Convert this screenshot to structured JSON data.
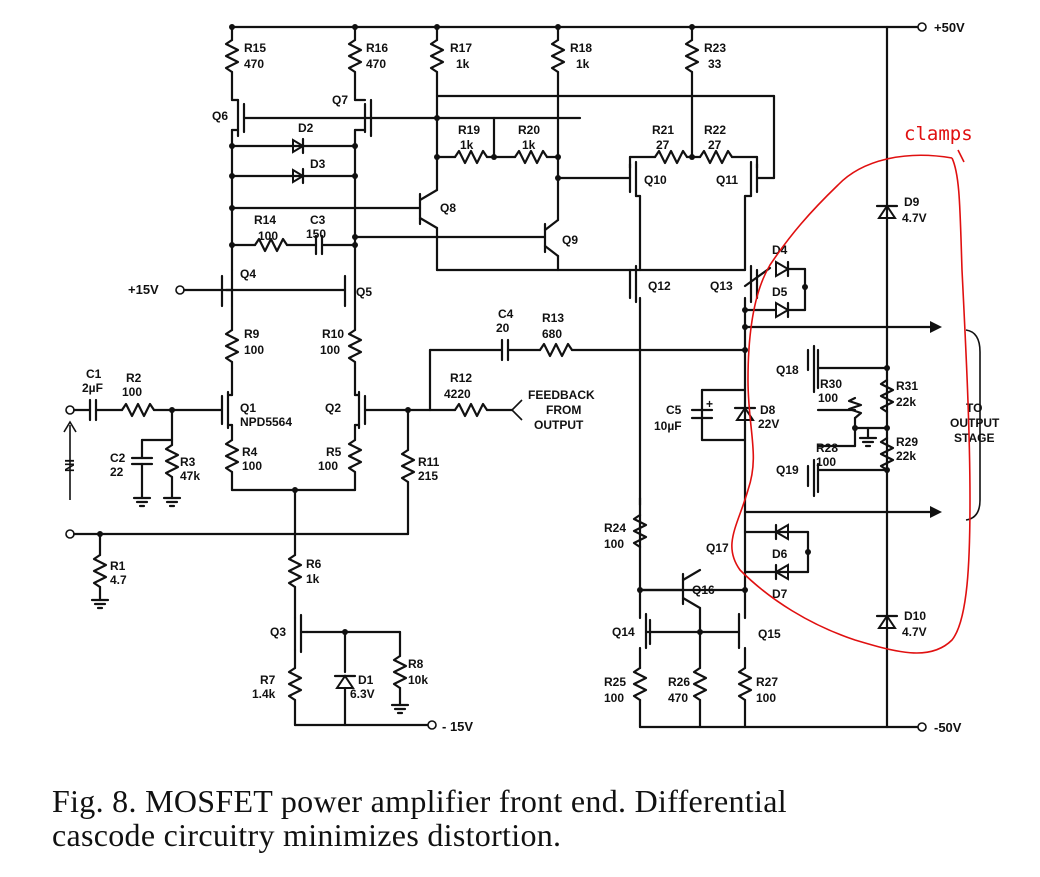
{
  "rails": {
    "pos50": "+50V",
    "neg50": "-50V",
    "pos15": "+15V",
    "neg15": "- 15V"
  },
  "input": {
    "label": "IN"
  },
  "feedback": {
    "line1": "FEEDBACK",
    "line2": "FROM",
    "line3": "OUTPUT"
  },
  "output": {
    "line1": "TO",
    "line2": "OUTPUT",
    "line3": "STAGE"
  },
  "annotation": {
    "clamps": "clamps"
  },
  "resistors": [
    {
      "ref": "R1",
      "value": "4.7"
    },
    {
      "ref": "R2",
      "value": "100"
    },
    {
      "ref": "R3",
      "value": "47k"
    },
    {
      "ref": "R4",
      "value": "100"
    },
    {
      "ref": "R5",
      "value": "100"
    },
    {
      "ref": "R6",
      "value": "1k"
    },
    {
      "ref": "R7",
      "value": "1.4k"
    },
    {
      "ref": "R8",
      "value": "10k"
    },
    {
      "ref": "R9",
      "value": "100"
    },
    {
      "ref": "R10",
      "value": "100"
    },
    {
      "ref": "R11",
      "value": "215"
    },
    {
      "ref": "R12",
      "value": "4220"
    },
    {
      "ref": "R13",
      "value": "680"
    },
    {
      "ref": "R14",
      "value": "100"
    },
    {
      "ref": "R15",
      "value": "470"
    },
    {
      "ref": "R16",
      "value": "470"
    },
    {
      "ref": "R17",
      "value": "1k"
    },
    {
      "ref": "R18",
      "value": "1k"
    },
    {
      "ref": "R19",
      "value": "1k"
    },
    {
      "ref": "R20",
      "value": "1k"
    },
    {
      "ref": "R21",
      "value": "27"
    },
    {
      "ref": "R22",
      "value": "27"
    },
    {
      "ref": "R23",
      "value": "33"
    },
    {
      "ref": "R24",
      "value": "100"
    },
    {
      "ref": "R25",
      "value": "100"
    },
    {
      "ref": "R26",
      "value": "470"
    },
    {
      "ref": "R27",
      "value": "100"
    },
    {
      "ref": "R28",
      "value": "100"
    },
    {
      "ref": "R29",
      "value": "22k"
    },
    {
      "ref": "R30",
      "value": "100"
    },
    {
      "ref": "R31",
      "value": "22k"
    }
  ],
  "capacitors": [
    {
      "ref": "C1",
      "value": "2µF"
    },
    {
      "ref": "C2",
      "value": "22"
    },
    {
      "ref": "C3",
      "value": "150"
    },
    {
      "ref": "C4",
      "value": "20"
    },
    {
      "ref": "C5",
      "value": "10µF"
    }
  ],
  "diodes": [
    {
      "ref": "D1",
      "value": "6.3V"
    },
    {
      "ref": "D2",
      "value": ""
    },
    {
      "ref": "D3",
      "value": ""
    },
    {
      "ref": "D4",
      "value": ""
    },
    {
      "ref": "D5",
      "value": ""
    },
    {
      "ref": "D6",
      "value": ""
    },
    {
      "ref": "D7",
      "value": ""
    },
    {
      "ref": "D8",
      "value": "22V"
    },
    {
      "ref": "D9",
      "value": "4.7V"
    },
    {
      "ref": "D10",
      "value": "4.7V"
    }
  ],
  "transistors": [
    "Q1",
    "Q2",
    "Q3",
    "Q4",
    "Q5",
    "Q6",
    "Q7",
    "Q8",
    "Q9",
    "Q10",
    "Q11",
    "Q12",
    "Q13",
    "Q14",
    "Q15",
    "Q16",
    "Q17",
    "Q18",
    "Q19"
  ],
  "part_number": "NPD5564",
  "caption": {
    "line1": "Fig. 8. MOSFET power amplifier front end. Differential",
    "line2": "cascode circuitry minimizes distortion."
  }
}
